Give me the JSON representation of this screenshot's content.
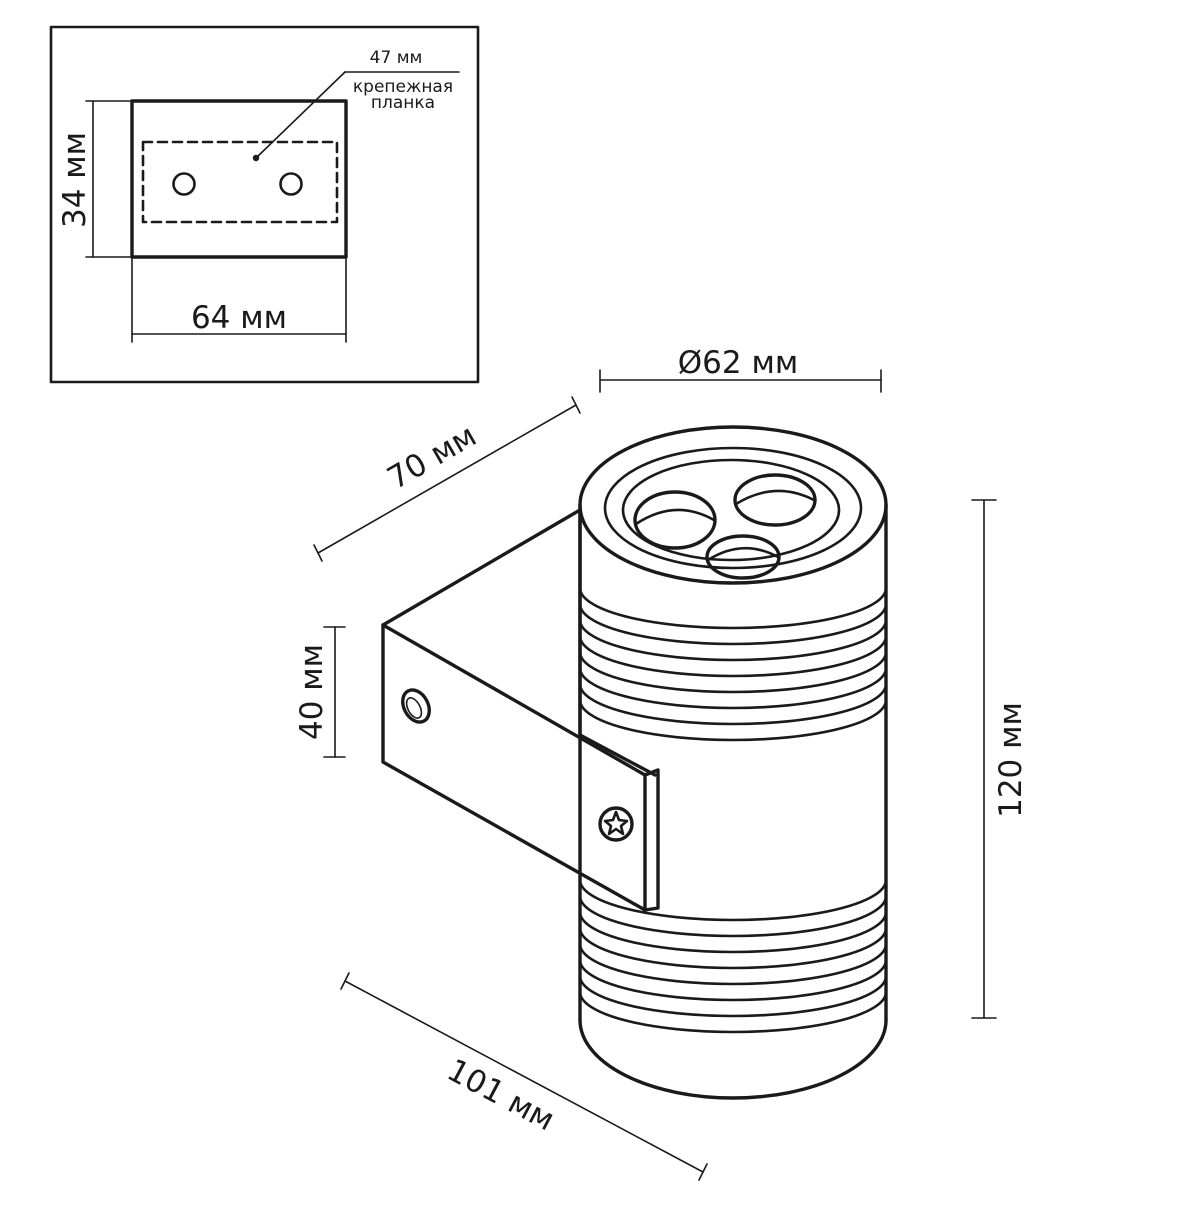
{
  "inset": {
    "height_label": "34 мм",
    "width_label": "64 мм",
    "plate_length_label": "47 мм",
    "plate_name_line1": "крепежная",
    "plate_name_line2": "планка"
  },
  "main": {
    "diameter_label": "Ø62 мм",
    "depth_label": "70 мм",
    "bracket_height_label": "40 мм",
    "total_height_label": "120 мм",
    "base_length_label": "101 мм"
  }
}
